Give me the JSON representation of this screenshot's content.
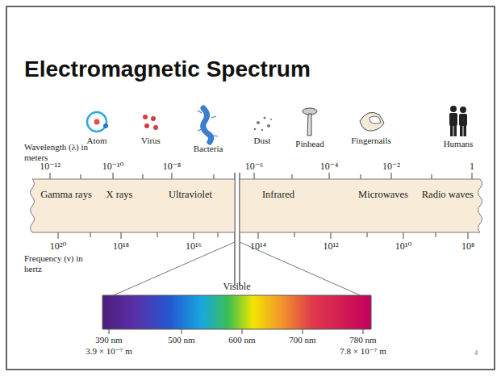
{
  "diagram": {
    "title": "Electromagnetic Spectrum",
    "nodes": [
      {
        "text": [
          "Gamma rays",
          "X rays",
          "Ultraviolet"
        ]
      },
      {
        "text": [
          "Infrared",
          "Microwaves",
          "Radio waves"
        ]
      },
      {
        "text": [
          "Visible"
        ]
      }
    ],
    "labels": [
      "Atom",
      "Virus",
      "Bacteria",
      "Dust",
      "Pinhead",
      "Fingernails",
      "Humans",
      "Wavelength (λ) in meters",
      "10⁻¹²",
      "10⁻¹⁰",
      "10⁻⁸",
      "10⁻⁶",
      "10⁻⁴",
      "10⁻²",
      "1",
      "10²⁰",
      "10¹⁸",
      "10¹⁶",
      "10¹⁴",
      "10¹²",
      "10¹⁰",
      "10⁸",
      "Frequency (ν) in hertz",
      "390 nm",
      "500 nm",
      "600 nm",
      "700 nm",
      "780 nm",
      "3.9 × 10⁻⁷ m",
      "7.8 × 10⁻⁷ m",
      "4"
    ]
  }
}
